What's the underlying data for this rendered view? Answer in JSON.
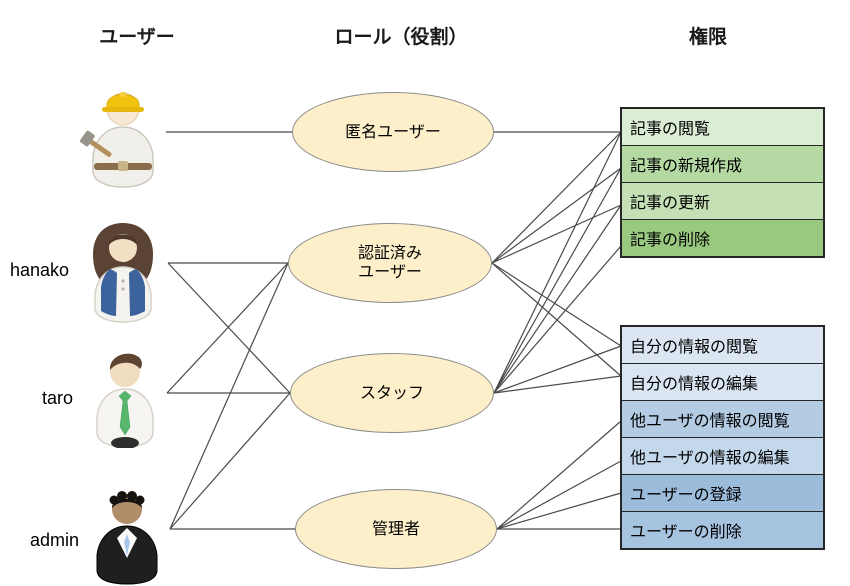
{
  "headers": {
    "users": "ユーザー",
    "roles": "ロール（役割）",
    "permissions": "権限"
  },
  "users": [
    {
      "id": "worker",
      "label": "",
      "icon": "construction-worker-icon"
    },
    {
      "id": "hanako",
      "label": "hanako",
      "icon": "woman-person-icon"
    },
    {
      "id": "taro",
      "label": "taro",
      "icon": "businessman-green-tie-icon"
    },
    {
      "id": "admin",
      "label": "admin",
      "icon": "businessman-black-suit-icon"
    }
  ],
  "roles": [
    {
      "id": "anonymous",
      "label_lines": [
        "匿名ユーザー"
      ]
    },
    {
      "id": "authenticated",
      "label_lines": [
        "認証済み",
        "ユーザー"
      ]
    },
    {
      "id": "staff",
      "label_lines": [
        "スタッフ"
      ]
    },
    {
      "id": "admin_role",
      "label_lines": [
        "管理者"
      ]
    }
  ],
  "permissions": [
    {
      "id": "article_view",
      "label": "記事の閲覧",
      "group": "article",
      "fill": "#dcedd5"
    },
    {
      "id": "article_create",
      "label": "記事の新規作成",
      "group": "article",
      "fill": "#b5d9a3"
    },
    {
      "id": "article_update",
      "label": "記事の更新",
      "group": "article",
      "fill": "#c4e0b4"
    },
    {
      "id": "article_delete",
      "label": "記事の削除",
      "group": "article",
      "fill": "#98c97e"
    },
    {
      "id": "own_info_view",
      "label": "自分の情報の閲覧",
      "group": "account",
      "fill": "#dbe6f2"
    },
    {
      "id": "own_info_edit",
      "label": "自分の情報の編集",
      "group": "account",
      "fill": "#d9e5f1"
    },
    {
      "id": "other_info_view",
      "label": "他ユーザの情報の閲覧",
      "group": "account",
      "fill": "#b3cce4"
    },
    {
      "id": "other_info_edit",
      "label": "他ユーザの情報の編集",
      "group": "account",
      "fill": "#c4d8eb"
    },
    {
      "id": "user_register",
      "label": "ユーザーの登録",
      "group": "account",
      "fill": "#9cbcdb"
    },
    {
      "id": "user_delete",
      "label": "ユーザーの削除",
      "group": "account",
      "fill": "#a6c3df"
    }
  ],
  "edges": {
    "user_role": [
      {
        "from": "worker",
        "to": "anonymous"
      },
      {
        "from": "hanako",
        "to": "authenticated"
      },
      {
        "from": "hanako",
        "to": "staff"
      },
      {
        "from": "taro",
        "to": "authenticated"
      },
      {
        "from": "taro",
        "to": "staff"
      },
      {
        "from": "admin",
        "to": "authenticated"
      },
      {
        "from": "admin",
        "to": "staff"
      },
      {
        "from": "admin",
        "to": "admin_role"
      }
    ],
    "role_permission": [
      {
        "from": "anonymous",
        "to": "article_view"
      },
      {
        "from": "authenticated",
        "to": "article_view"
      },
      {
        "from": "authenticated",
        "to": "article_create"
      },
      {
        "from": "authenticated",
        "to": "article_update"
      },
      {
        "from": "authenticated",
        "to": "own_info_view"
      },
      {
        "from": "authenticated",
        "to": "own_info_edit"
      },
      {
        "from": "staff",
        "to": "article_view"
      },
      {
        "from": "staff",
        "to": "article_create"
      },
      {
        "from": "staff",
        "to": "article_update"
      },
      {
        "from": "staff",
        "to": "article_delete"
      },
      {
        "from": "staff",
        "to": "own_info_view"
      },
      {
        "from": "staff",
        "to": "own_info_edit"
      },
      {
        "from": "admin_role",
        "to": "other_info_view"
      },
      {
        "from": "admin_role",
        "to": "other_info_edit"
      },
      {
        "from": "admin_role",
        "to": "user_register"
      },
      {
        "from": "admin_role",
        "to": "user_delete"
      }
    ]
  },
  "colors": {
    "background": "#ffffff",
    "role_fill": "#fcefc9",
    "role_border": "#8a8a8a",
    "connector": "#4a4a4a",
    "box_border": "#262626",
    "text": "#000000"
  }
}
